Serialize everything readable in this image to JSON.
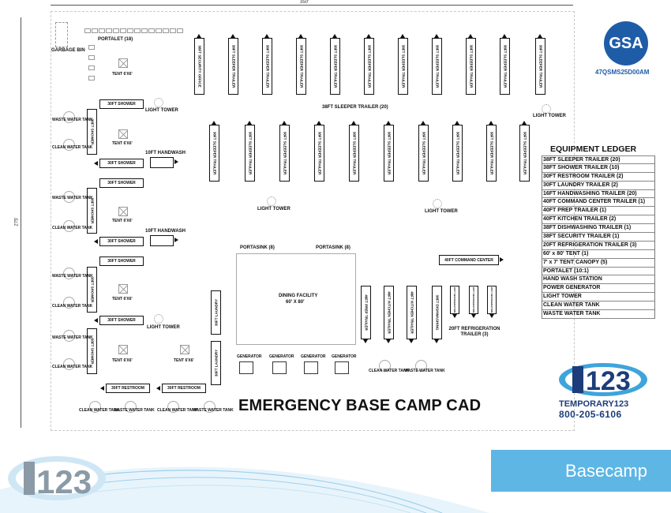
{
  "dimensions": {
    "width": "350'",
    "height": "275'"
  },
  "title": "EMERGENCY BASE CAMP CAD",
  "gsa": {
    "logo_text": "GSA",
    "contract": "47QSMS25D00AM"
  },
  "company": {
    "name": "TEMPORARY123",
    "phone": "800-205-6106",
    "logo_mark": "123"
  },
  "banner_label": "Basecamp",
  "labels": {
    "portalet": "PORTALET (18)",
    "garbage_bin": "GARBAGE BIN",
    "tent": "TENT 6'X6'",
    "shower_30": "30FT SHOWER",
    "shower_38": "38FT SHOWER",
    "light_tower": "LIGHT TOWER",
    "waste_water_tank": "WASTE WATER TANK",
    "clean_water_tank": "CLEAN WATER TANK",
    "handwash_10": "10FT HANDWASH",
    "restroom_30": "30FT RESTROOM",
    "laundry_30": "30FT LAUNDRY",
    "security_office": "38FT SECURITY OFFICE",
    "sleeper_trailer": "38FT SLEEPER TRAILER",
    "sleeper_group": "38FT SLEEPER TRAILER (20)",
    "portasink": "PORTASINK (8)",
    "dining": "DINING FACILITY",
    "dining_size": "60' X 80'",
    "command_center": "40FT COMMAND CENTER",
    "prep_trailer": "40FT PREP TRAILER",
    "kitchen_trailer": "40FT KITCHEN TRAILER",
    "dishwashing": "38FT DISHWASHING",
    "refrigeration_small": "20FT REFRIGERATION",
    "refrigeration_group": "20FT REFRIGERATION TRAILER (3)",
    "generator": "GENERATOR"
  },
  "ledger": {
    "title": "EQUIPMENT LEDGER",
    "rows": [
      "38FT SLEEPER TRAILER (20)",
      "38FT SHOWER TRAILER (10)",
      "30FT RESTROOM TRAILER (2)",
      "30FT LAUNDRY TRAILER (2)",
      "16FT HANDWASHING TRAILER (20)",
      "40FT COMMAND CENTER TRAILER (1)",
      "40FT PREP TRAILER (1)",
      "40FT KITCHEN TRAILER (2)",
      "38FT DISHWASHING TRAILER (1)",
      "38FT SECURITY TRAILER (1)",
      "20FT REFRIGERATION TRAILER (3)",
      "60' x 80' TENT (1)",
      "7' x 7' TENT CANOPY (5)",
      "PORTALET (10:1)",
      "HAND WASH STATION",
      "POWER GENERATOR",
      "LIGHT TOWER",
      "CLEAN WATER TANK",
      "WASTE WATER TANK"
    ]
  }
}
